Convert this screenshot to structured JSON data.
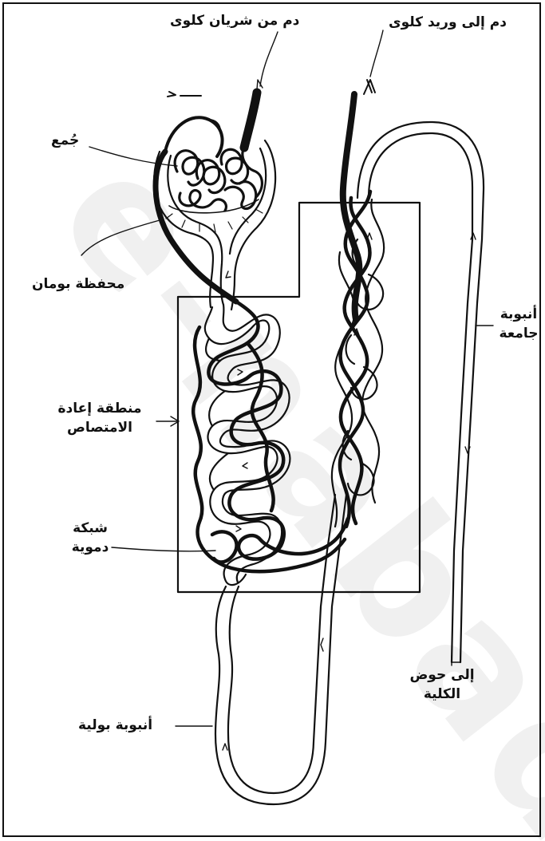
{
  "labels": {
    "renal_artery_blood": "دم من شريان كلوى",
    "renal_vein_blood": "دم إلى وريد كلوى",
    "glomerulus": "جُمع",
    "bowman_capsule": "محفظة بومان",
    "collecting_tube_line1": "أنبوبة",
    "collecting_tube_line2": "جامعة",
    "reabsorption_line1": "منطقة إعادة",
    "reabsorption_line2": "الامتصاص",
    "capillary_network_line1": "شبكة",
    "capillary_network_line2": "دموية",
    "to_pelvis_line1": "إلى حوض",
    "to_pelvis_line2": "الكلية",
    "urinary_tube": "أنبوبة بولية"
  },
  "watermark": "e-nabad",
  "colors": {
    "ink": "#111111",
    "paper": "#ffffff"
  }
}
